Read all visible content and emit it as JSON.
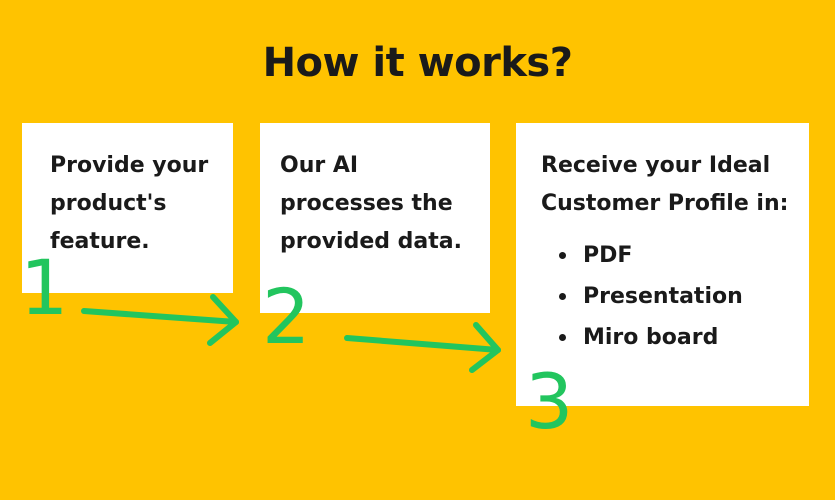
{
  "title": "How it works?",
  "colors": {
    "background": "#FFC300",
    "card": "#FFFFFF",
    "text": "#1A1A1A",
    "accent": "#22C55E"
  },
  "steps": [
    {
      "number": "1",
      "text": "Provide your\nproduct's\nfeature."
    },
    {
      "number": "2",
      "text": "Our AI\nprocesses the\nprovided data."
    },
    {
      "number": "3",
      "text": "Receive your Ideal\nCustomer Profile in:",
      "items": [
        "PDF",
        "Presentation",
        "Miro board"
      ]
    }
  ]
}
